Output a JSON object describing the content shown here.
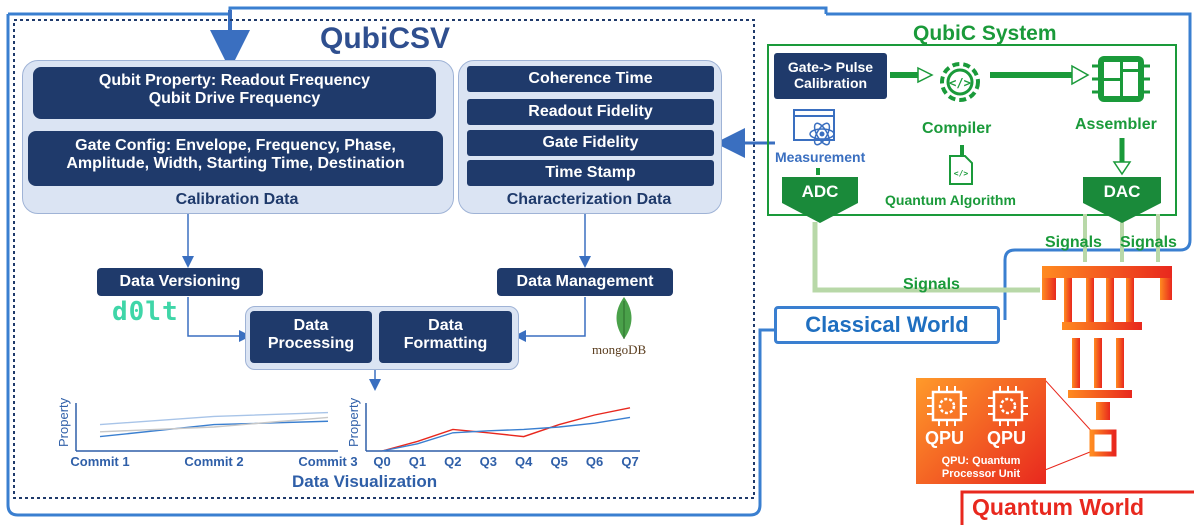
{
  "qubicsv": {
    "title": "QubiCSV",
    "calibration": {
      "property_line1": "Qubit Property: Readout Frequency",
      "property_line2": "Qubit Drive Frequency",
      "gate_line1": "Gate Config: Envelope, Frequency, Phase,",
      "gate_line2": "Amplitude, Width, Starting Time, Destination",
      "label": "Calibration Data"
    },
    "characterization": {
      "items": [
        "Coherence Time",
        "Readout Fidelity",
        "Gate Fidelity",
        "Time Stamp"
      ],
      "label": "Characterization Data"
    },
    "versioning": "Data Versioning",
    "management": "Data Management",
    "dolt_logo": "d0lt",
    "mongo_logo": "mongoDB",
    "processing": [
      "Data",
      "Processing"
    ],
    "formatting": [
      "Data",
      "Formatting"
    ],
    "visualization_label": "Data Visualization"
  },
  "chart_data": [
    {
      "type": "line",
      "ylabel": "Property",
      "categories": [
        "Commit 1",
        "Commit 2",
        "Commit 3"
      ],
      "series": [
        {
          "values": [
            0.55,
            0.72,
            0.8
          ]
        },
        {
          "values": [
            0.3,
            0.55,
            0.62
          ]
        },
        {
          "values": [
            0.4,
            0.5,
            0.7
          ]
        }
      ]
    },
    {
      "type": "line",
      "ylabel": "Property",
      "categories": [
        "Q0",
        "Q1",
        "Q2",
        "Q3",
        "Q4",
        "Q5",
        "Q6",
        "Q7"
      ],
      "series": [
        {
          "values": [
            0.0,
            0.2,
            0.45,
            0.38,
            0.3,
            0.55,
            0.75,
            0.9
          ]
        },
        {
          "values": [
            0.0,
            0.15,
            0.38,
            0.42,
            0.45,
            0.5,
            0.58,
            0.7
          ]
        }
      ]
    }
  ],
  "qubic": {
    "title": "QubiC System",
    "gate_pulse": [
      "Gate-> Pulse",
      "Calibration"
    ],
    "compiler": "Compiler",
    "assembler": "Assembler",
    "measurement": "Measurement",
    "adc": "ADC",
    "dac": "DAC",
    "algorithm": "Quantum Algorithm"
  },
  "signals": {
    "left": "Signals",
    "right": "Signals",
    "bottom": "Signals"
  },
  "classical_world": "Classical World",
  "quantum_world": "Quantum World",
  "qpu": {
    "chip1": "QPU",
    "chip2": "QPU",
    "caption_line1": "QPU: Quantum",
    "caption_line2": "Processor Unit"
  },
  "colors": {
    "navy": "#1f3a6b",
    "panel": "#dbe4f3",
    "green": "#1a9a3a",
    "blue_line": "#3a7fd0",
    "orange": "#ff6a1a",
    "red": "#e8281e"
  }
}
